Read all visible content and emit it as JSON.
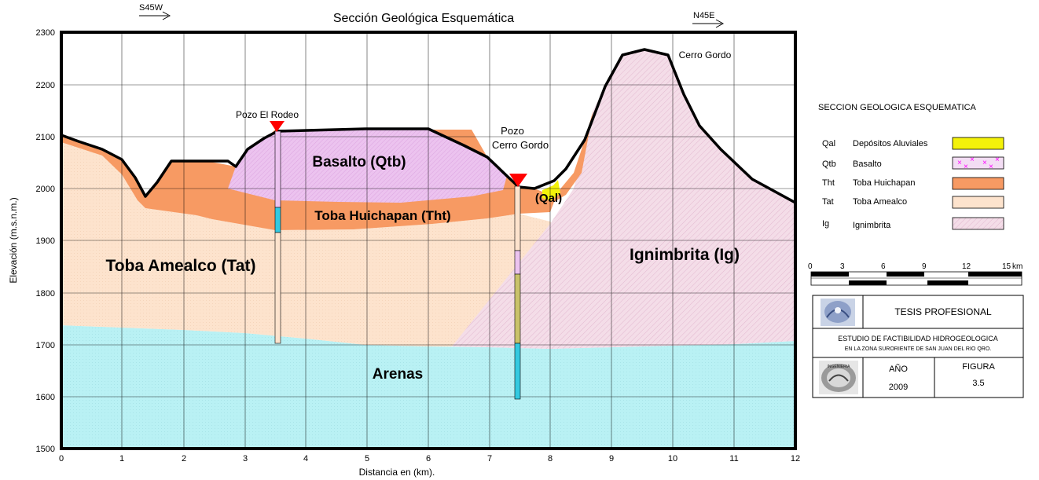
{
  "section": {
    "title": "Sección Geológica Esquemática",
    "direction_left": "S45W",
    "direction_right": "N45E",
    "ylabel": "Elevación (m.s.n.m.)",
    "xlabel": "Distancia en (km).",
    "y_ticks": [
      "2300",
      "2200",
      "2100",
      "2000",
      "1900",
      "1800",
      "1700",
      "1600",
      "1500"
    ],
    "x_ticks": [
      "0",
      "1",
      "2",
      "3",
      "4",
      "5",
      "6",
      "7",
      "8",
      "9",
      "10",
      "11",
      "12"
    ],
    "units": {
      "basalto": "Basalto (Qtb)",
      "huichapan": "Toba Huichapan (Tht)",
      "amealco": "Toba Amealco (Tat)",
      "ignimbrita": "Ignimbrita (Ig)",
      "arenas": "Arenas",
      "qal": "(Qal)"
    },
    "places": {
      "cerro_gordo": "Cerro Gordo",
      "pozo_el_rodeo": "Pozo El Rodeo",
      "pozo_cerro_gordo_1": "Pozo",
      "pozo_cerro_gordo_2": "Cerro Gordo"
    },
    "colors": {
      "arenas": "#b9f1f4",
      "amealco": "#fde3cd",
      "huichapan": "#f79a63",
      "basalto": "#ecc3ef",
      "ignimbrita": "#f4dde8",
      "qal": "#f4f20a",
      "well_marker": "#ff0000"
    }
  },
  "legend": {
    "title": "SECCION GEOLOGICA ESQUEMATICA",
    "items": [
      {
        "code": "Qal",
        "label": "Depósitos Aluviales",
        "color": "#f4f20a"
      },
      {
        "code": "Qtb",
        "label": "Basalto",
        "color": "#f3ddf4"
      },
      {
        "code": "Tht",
        "label": "Toba Huichapan",
        "color": "#f79a63"
      },
      {
        "code": "Tat",
        "label": "Toba Amealco",
        "color": "#fde3cd"
      },
      {
        "code": "Ig",
        "label": "Ignimbrita",
        "color": "#f4dde8"
      }
    ]
  },
  "scale_bar": {
    "ticks": [
      "0",
      "3",
      "6",
      "9",
      "12",
      "15"
    ],
    "unit": "km"
  },
  "title_block": {
    "thesis": "TESIS PROFESIONAL",
    "study_line1": "ESTUDIO DE FACTIBILIDAD HIDROGEOLOGICA",
    "study_line2": "EN LA ZONA SURORIENTE DE SAN JUAN DEL RIO QRO.",
    "year_label": "AÑO",
    "year": "2009",
    "figure_label": "FIGURA",
    "figure": "3.5",
    "seal2_text": "INGENIERIA"
  }
}
